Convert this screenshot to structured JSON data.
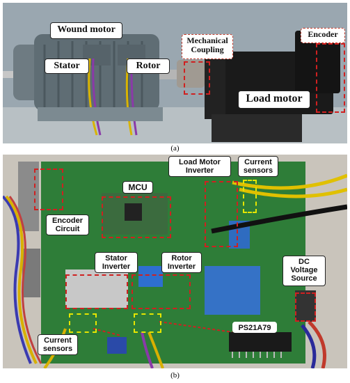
{
  "panel_a": {
    "labels": {
      "wound_motor": "Wound motor",
      "stator": "Stator",
      "rotor": "Rotor",
      "mechanical_coupling": "Mechanical\nCoupling",
      "encoder": "Encoder",
      "load_motor": "Load motor"
    },
    "caption": "(a)"
  },
  "panel_b": {
    "labels": {
      "load_motor_inverter": "Load Motor\nInverter",
      "current_sensors_top": "Current\nsensors",
      "mcu": "MCU",
      "encoder_circuit": "Encoder\nCircuit",
      "stator_inverter": "Stator\nInverter",
      "rotor_inverter": "Rotor\nInverter",
      "dc_voltage_source": "DC\nVoltage\nSource",
      "current_sensors_bottom": "Current\nsensors",
      "module_part": "PS21A79"
    },
    "caption": "(b)"
  }
}
